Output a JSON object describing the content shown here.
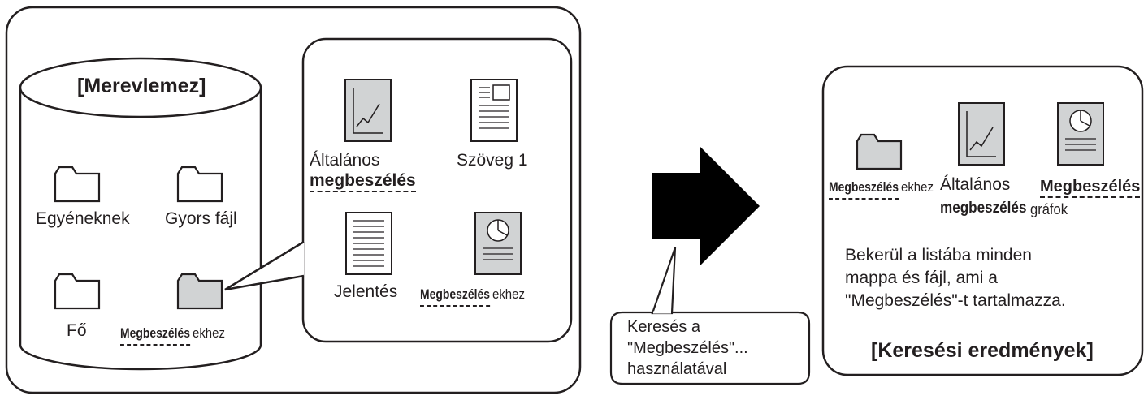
{
  "hard_disk": {
    "title": "[Merevlemez]",
    "folders": [
      {
        "label": "Egyéneknek"
      },
      {
        "label": "Gyors fájl"
      },
      {
        "label": "Fő"
      },
      {
        "label_bold": "Megbeszélés",
        "label_suffix": "ekhez"
      }
    ]
  },
  "popup": {
    "files": [
      {
        "label_line1": "Általános",
        "label_line2": "megbeszélés"
      },
      {
        "label": "Szöveg 1"
      },
      {
        "label": "Jelentés"
      },
      {
        "label_bold": "Megbeszélés",
        "label_suffix": "ekhez"
      }
    ]
  },
  "search_callout": {
    "line1": "Keresés a",
    "line2": "\"Megbeszélés\"...",
    "line3": "használatával"
  },
  "results": {
    "items": [
      {
        "label_bold": "Megbeszélés",
        "label_suffix": "ekhez"
      },
      {
        "label_line1": "Általános",
        "label_line2": "megbeszélés"
      },
      {
        "label_line1": "Megbeszélés",
        "label_line2": "gráfok"
      }
    ],
    "description": [
      "Bekerül a listába minden",
      "mappa és fájl, ami a",
      "\"Megbeszélés\"-t tartalmazza."
    ],
    "title": "[Keresési eredmények]"
  },
  "colors": {
    "stroke": "#231f20",
    "highlight_fill": "#d1d3d4",
    "background": "#ffffff"
  }
}
